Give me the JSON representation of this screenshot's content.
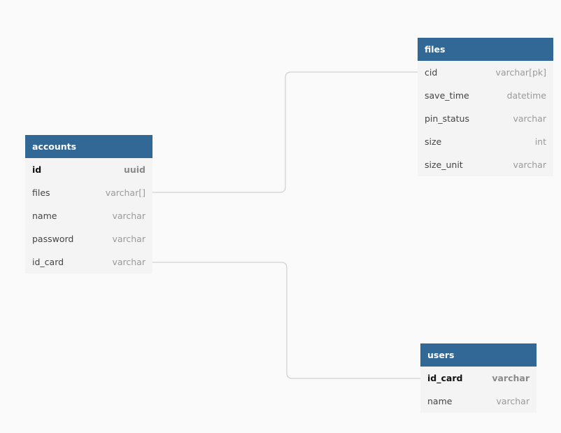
{
  "diagram": {
    "tables": {
      "accounts": {
        "title": "accounts",
        "columns": [
          {
            "name": "id",
            "type": "uuid",
            "pk": true
          },
          {
            "name": "files",
            "type": "varchar[]",
            "pk": false
          },
          {
            "name": "name",
            "type": "varchar",
            "pk": false
          },
          {
            "name": "password",
            "type": "varchar",
            "pk": false
          },
          {
            "name": "id_card",
            "type": "varchar",
            "pk": false
          }
        ]
      },
      "files": {
        "title": "files",
        "columns": [
          {
            "name": "cid",
            "type": "varchar[pk]",
            "pk": false
          },
          {
            "name": "save_time",
            "type": "datetime",
            "pk": false
          },
          {
            "name": "pin_status",
            "type": "varchar",
            "pk": false
          },
          {
            "name": "size",
            "type": "int",
            "pk": false
          },
          {
            "name": "size_unit",
            "type": "varchar",
            "pk": false
          }
        ]
      },
      "users": {
        "title": "users",
        "columns": [
          {
            "name": "id_card",
            "type": "varchar",
            "pk": true
          },
          {
            "name": "name",
            "type": "varchar",
            "pk": false
          }
        ]
      }
    },
    "relations": [
      {
        "from_table": "accounts",
        "from_column": "files",
        "to_table": "files",
        "to_column": "cid"
      },
      {
        "from_table": "accounts",
        "from_column": "id_card",
        "to_table": "users",
        "to_column": "id_card"
      }
    ],
    "colors": {
      "header_bg": "#316896",
      "header_text": "#ffffff",
      "row_bg": "#f4f4f4",
      "canvas_bg": "#fafafa",
      "connector": "#d2d2d2"
    }
  }
}
